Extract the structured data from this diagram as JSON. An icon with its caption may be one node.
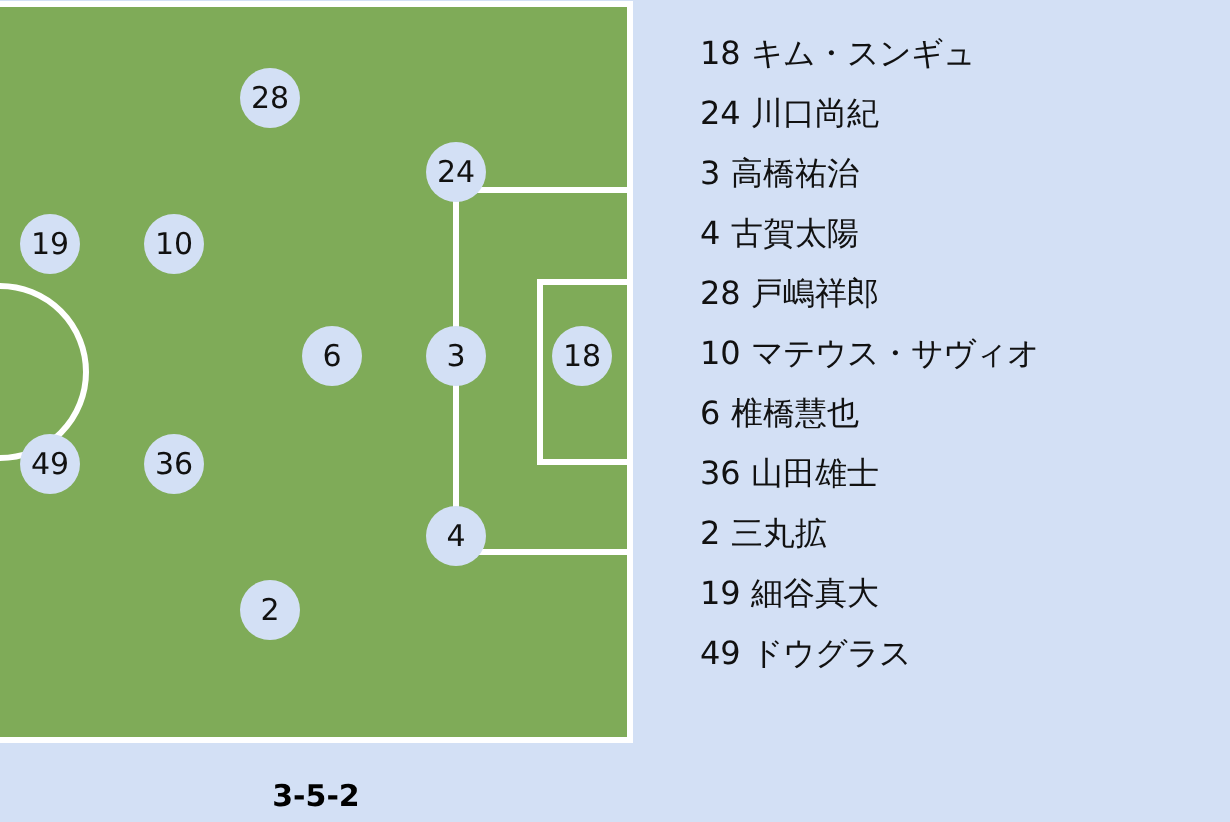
{
  "diagram": {
    "caption": "3-5-2",
    "nodes": [
      {
        "text": [
          "28"
        ]
      },
      {
        "text": [
          "24"
        ]
      },
      {
        "text": [
          "19"
        ]
      },
      {
        "text": [
          "10"
        ]
      },
      {
        "text": [
          "6"
        ]
      },
      {
        "text": [
          "3"
        ]
      },
      {
        "text": [
          "18"
        ]
      },
      {
        "text": [
          "49"
        ]
      },
      {
        "text": [
          "36"
        ]
      },
      {
        "text": [
          "4"
        ]
      },
      {
        "text": [
          "2"
        ]
      }
    ],
    "labels": [
      "18 キム・スンギュ",
      "24 川口尚紀",
      "3 高橋祐治",
      "4 古賀太陽",
      "28 戸嶋祥郎",
      "10 マテウス・サヴィオ",
      "6 椎橋慧也",
      "36 山田雄士",
      "2 三丸拡",
      "19 細谷真大",
      "49 ドウグラス"
    ]
  }
}
